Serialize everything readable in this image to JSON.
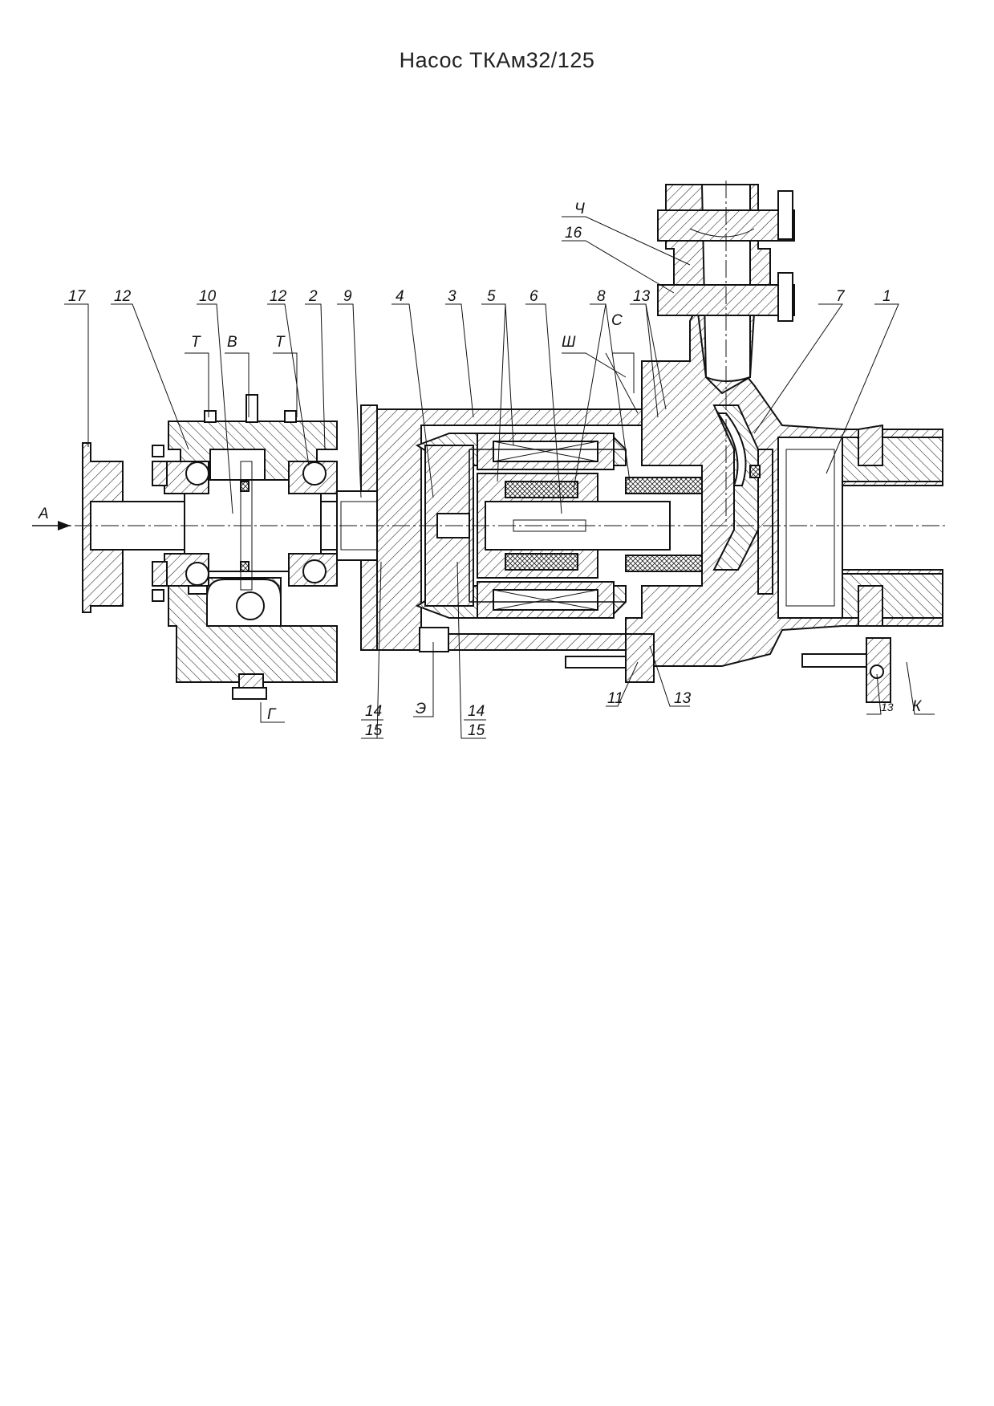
{
  "title": "Насос ТКАм32/125",
  "callouts": {
    "c17": "17",
    "c12a": "12",
    "c10": "10",
    "c12b": "12",
    "c2": "2",
    "c9": "9",
    "c4": "4",
    "c3": "3",
    "c5": "5",
    "c6": "6",
    "c8": "8",
    "c13a": "13",
    "c7": "7",
    "c1": "1",
    "c16": "16",
    "cCh": "Ч",
    "cS": "С",
    "cSh": "Ш",
    "cTa": "Т",
    "cV": "В",
    "cTb": "Т",
    "cA": "А",
    "cG": "Г",
    "c14a": "14",
    "c15a": "15",
    "cE": "Э",
    "c14b": "14",
    "c15b": "15",
    "c11": "11",
    "c13b": "13",
    "c13c": "13",
    "cK": "К"
  }
}
